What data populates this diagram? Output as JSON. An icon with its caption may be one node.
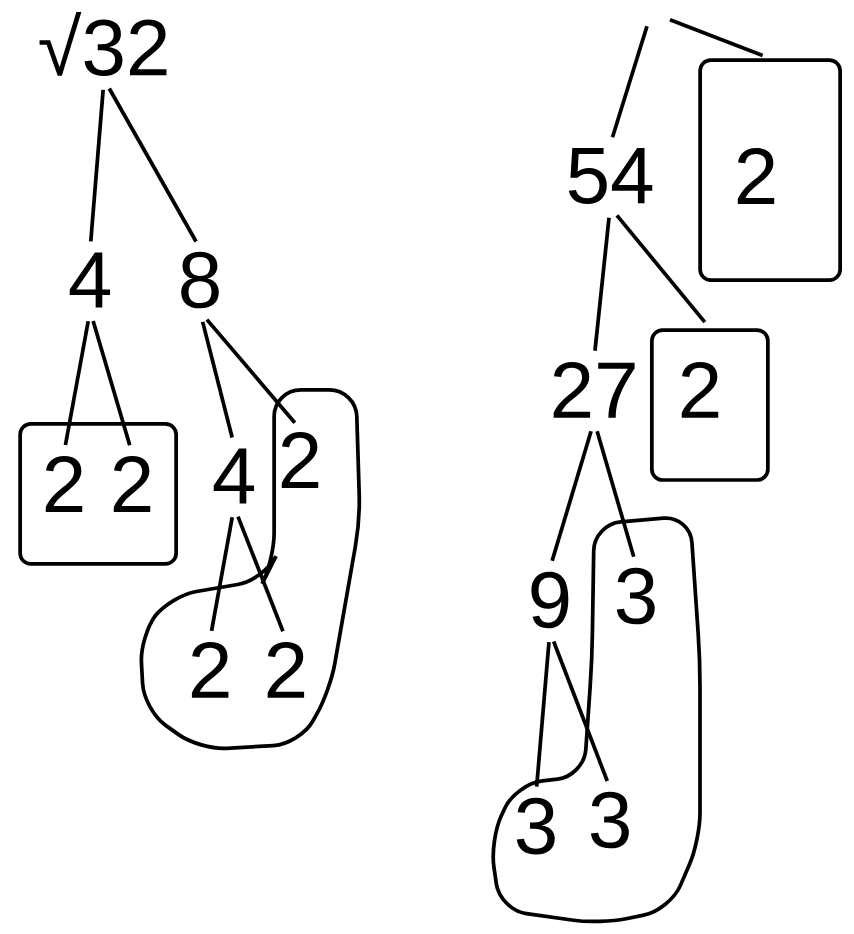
{
  "diagram": {
    "nodes": [
      {
        "text": [
          "√32"
        ]
      },
      {
        "text": [
          "4"
        ]
      },
      {
        "text": [
          "8"
        ]
      },
      {
        "text": [],
        "shape": "box"
      },
      {
        "text": [
          "2"
        ],
        "in": 3
      },
      {
        "text": [
          "2"
        ],
        "in": 3
      },
      {
        "text": [
          "4"
        ]
      },
      {
        "text": [],
        "shape": "loop"
      },
      {
        "text": [
          "2"
        ],
        "in": 7
      },
      {
        "text": [
          "2"
        ],
        "in": 7
      },
      {
        "text": [
          "2"
        ],
        "in": 7
      },
      {
        "text": [
          "54"
        ]
      },
      {
        "text": [],
        "shape": "box"
      },
      {
        "text": [
          "2"
        ],
        "in": 12
      },
      {
        "text": [
          "27"
        ]
      },
      {
        "text": [],
        "shape": "box"
      },
      {
        "text": [
          "2"
        ],
        "in": 15
      },
      {
        "text": [
          "9"
        ]
      },
      {
        "text": [],
        "shape": "loop"
      },
      {
        "text": [
          "3"
        ],
        "in": 18
      },
      {
        "text": [
          "3"
        ],
        "in": 18
      },
      {
        "text": [
          "3"
        ],
        "in": 18
      }
    ],
    "edges": [
      {
        "from": 0,
        "to": 1,
        "arrow": "none"
      },
      {
        "from": 0,
        "to": 2,
        "arrow": "none"
      },
      {
        "from": 1,
        "to": 4,
        "arrow": "none"
      },
      {
        "from": 1,
        "to": 5,
        "arrow": "none"
      },
      {
        "from": 2,
        "to": 6,
        "arrow": "none"
      },
      {
        "from": 2,
        "to": 8,
        "arrow": "none"
      },
      {
        "from": 6,
        "to": 9,
        "arrow": "none"
      },
      {
        "from": 6,
        "to": 10,
        "arrow": "none"
      },
      {
        "from": null,
        "to": 11,
        "arrow": "none"
      },
      {
        "from": null,
        "to": 12,
        "arrow": "none"
      },
      {
        "from": 11,
        "to": 14,
        "arrow": "none"
      },
      {
        "from": 11,
        "to": 15,
        "arrow": "none"
      },
      {
        "from": 14,
        "to": 17,
        "arrow": "none"
      },
      {
        "from": 14,
        "to": 19,
        "arrow": "none"
      },
      {
        "from": 17,
        "to": 20,
        "arrow": "none"
      },
      {
        "from": 17,
        "to": 21,
        "arrow": "none"
      }
    ]
  }
}
